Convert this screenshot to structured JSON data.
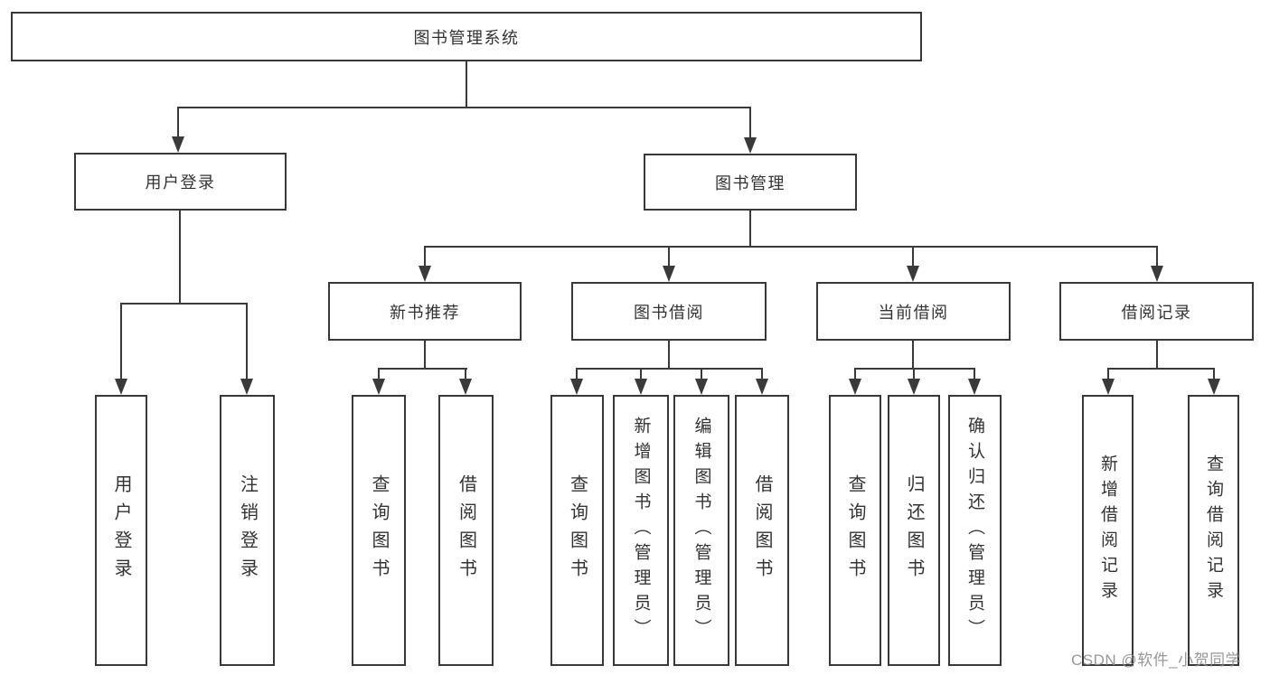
{
  "diagram": {
    "title": "图书管理系统",
    "branches": [
      {
        "label": "用户登录",
        "children": [
          "用户登录",
          "注销登录"
        ]
      },
      {
        "label": "图书管理",
        "children": [
          {
            "label": "新书推荐",
            "children": [
              "查询图书",
              "借阅图书"
            ]
          },
          {
            "label": "图书借阅",
            "children": [
              "查询图书",
              "新增图书（管理员）",
              "编辑图书（管理员）",
              "借阅图书"
            ]
          },
          {
            "label": "当前借阅",
            "children": [
              "查询图书",
              "归还图书",
              "确认归还（管理员）"
            ]
          },
          {
            "label": "借阅记录",
            "children": [
              "新增借阅记录",
              "查询借阅记录"
            ]
          }
        ]
      }
    ]
  },
  "watermark": {
    "text": "CSDN @软件_小贺同学"
  },
  "colors": {
    "line": "#3a3a3a",
    "box_border": "#383838",
    "text": "#333333",
    "background": "#ffffff",
    "watermark": "#8c8c8c"
  }
}
